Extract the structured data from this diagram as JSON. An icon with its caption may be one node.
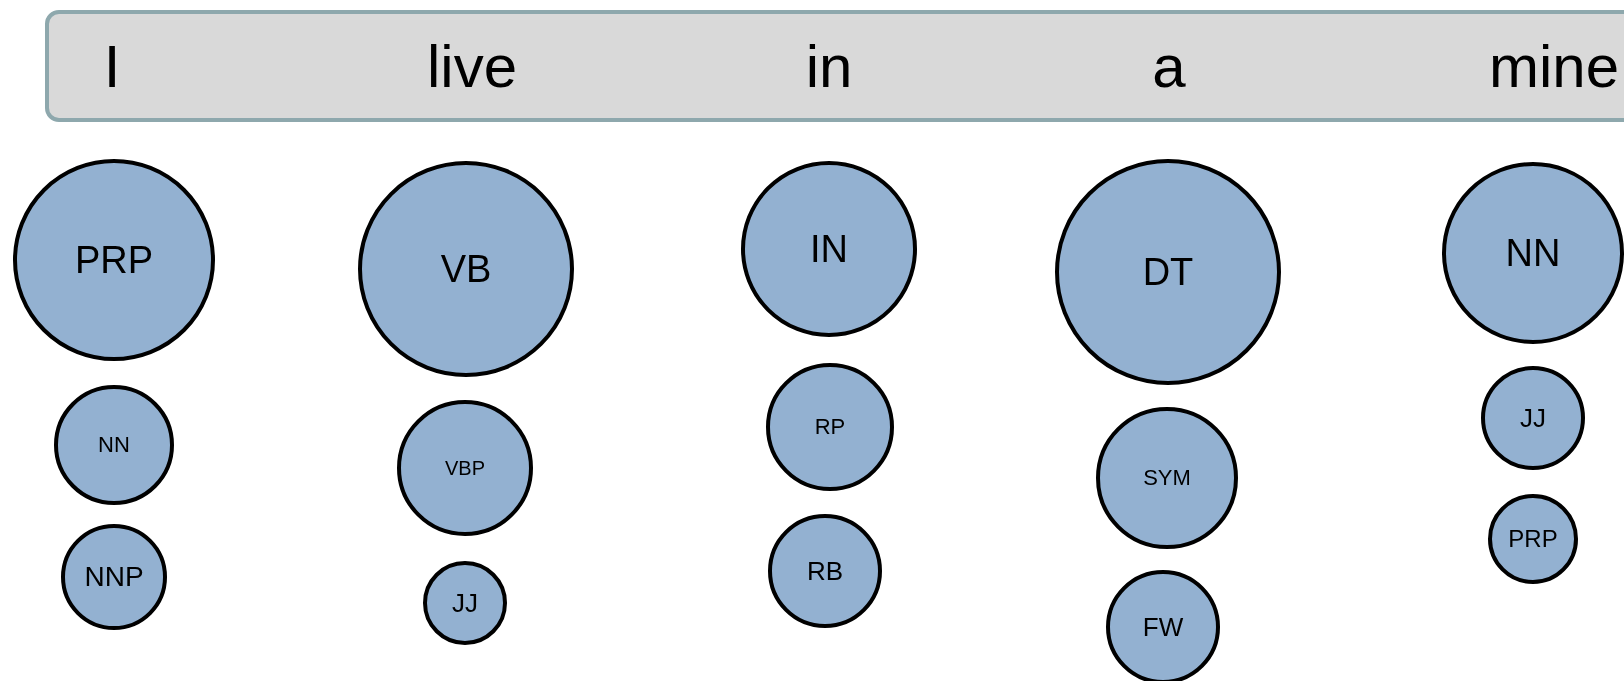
{
  "diagram": {
    "nodes": [
      {
        "text": [
          "I",
          "live",
          "in",
          "a",
          "mine"
        ]
      },
      {
        "text": [
          "PRP"
        ]
      },
      {
        "text": [
          "NN"
        ]
      },
      {
        "text": [
          "NNP"
        ]
      },
      {
        "text": [
          "VB"
        ]
      },
      {
        "text": [
          "VBP"
        ]
      },
      {
        "text": [
          "JJ"
        ]
      },
      {
        "text": [
          "IN"
        ]
      },
      {
        "text": [
          "RP"
        ]
      },
      {
        "text": [
          "RB"
        ]
      },
      {
        "text": [
          "DT"
        ]
      },
      {
        "text": [
          "SYM"
        ]
      },
      {
        "text": [
          "FW"
        ]
      },
      {
        "text": [
          "NN"
        ]
      },
      {
        "text": [
          "JJ"
        ]
      },
      {
        "text": [
          "PRP"
        ]
      }
    ],
    "edges": []
  }
}
